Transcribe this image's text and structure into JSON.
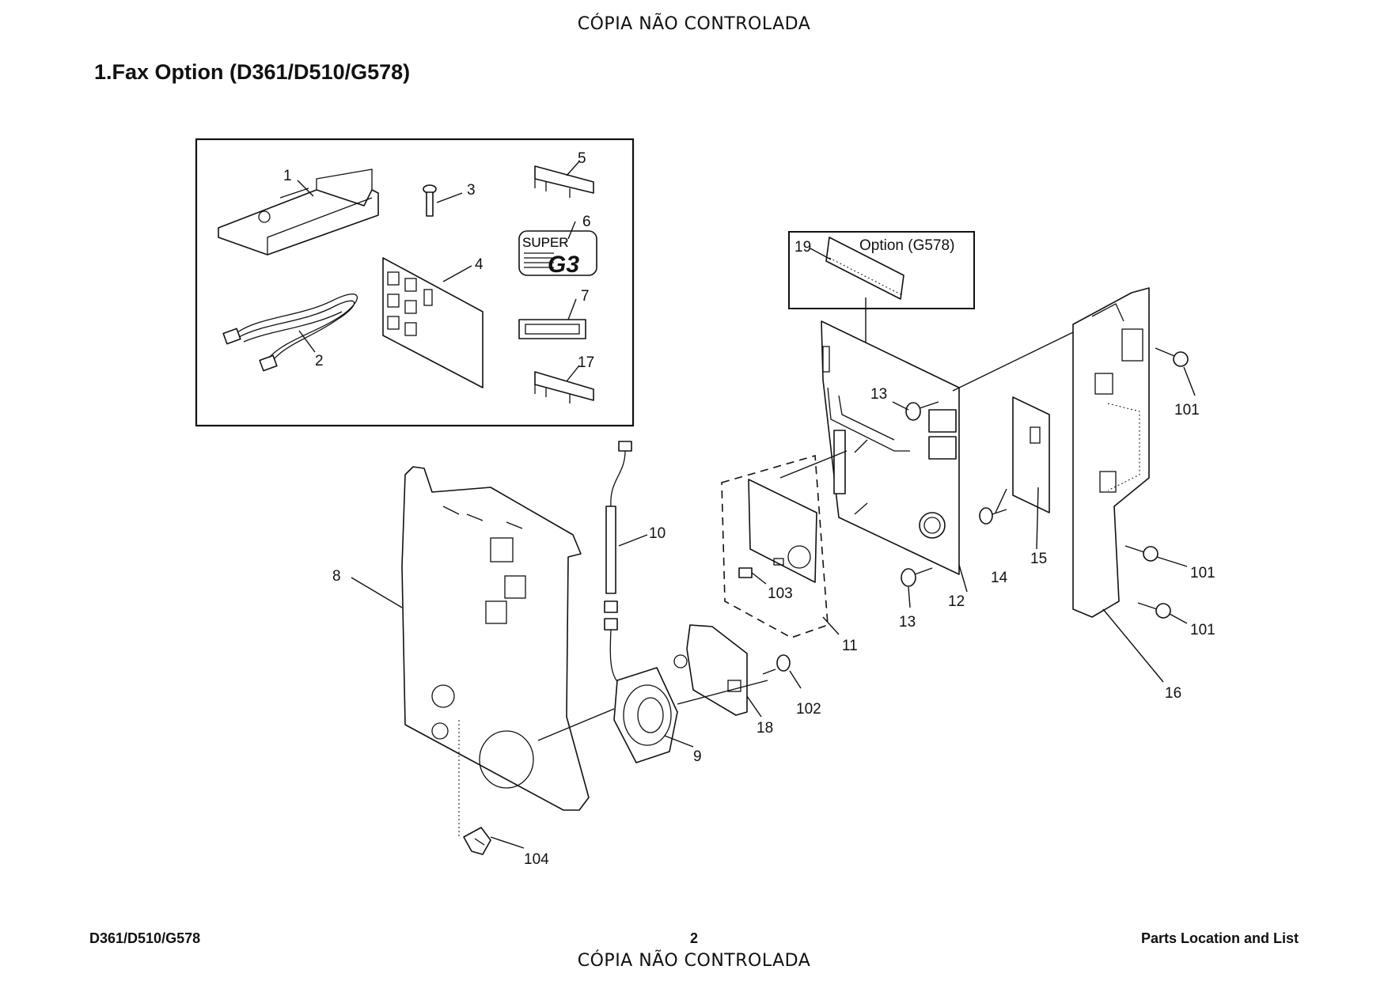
{
  "header": {
    "watermark": "CÓPIA NÃO CONTROLADA",
    "title": "1.Fax Option (D361/D510/G578)"
  },
  "diagram": {
    "option_box_label": "Option (G578)",
    "logo_text": [
      "SUPER",
      "G3"
    ],
    "callouts": {
      "c1": "1",
      "c2": "2",
      "c3": "3",
      "c4": "4",
      "c5": "5",
      "c6": "6",
      "c7": "7",
      "c8": "8",
      "c9": "9",
      "c10": "10",
      "c11": "11",
      "c12": "12",
      "c13a": "13",
      "c13b": "13",
      "c14": "14",
      "c15": "15",
      "c16": "16",
      "c17": "17",
      "c18": "18",
      "c19": "19",
      "c101a": "101",
      "c101b": "101",
      "c101c": "101",
      "c102": "102",
      "c103": "103",
      "c104": "104"
    }
  },
  "footer": {
    "left": "D361/D510/G578",
    "page_number": "2",
    "right": "Parts Location and List",
    "watermark": "CÓPIA NÃO CONTROLADA"
  }
}
